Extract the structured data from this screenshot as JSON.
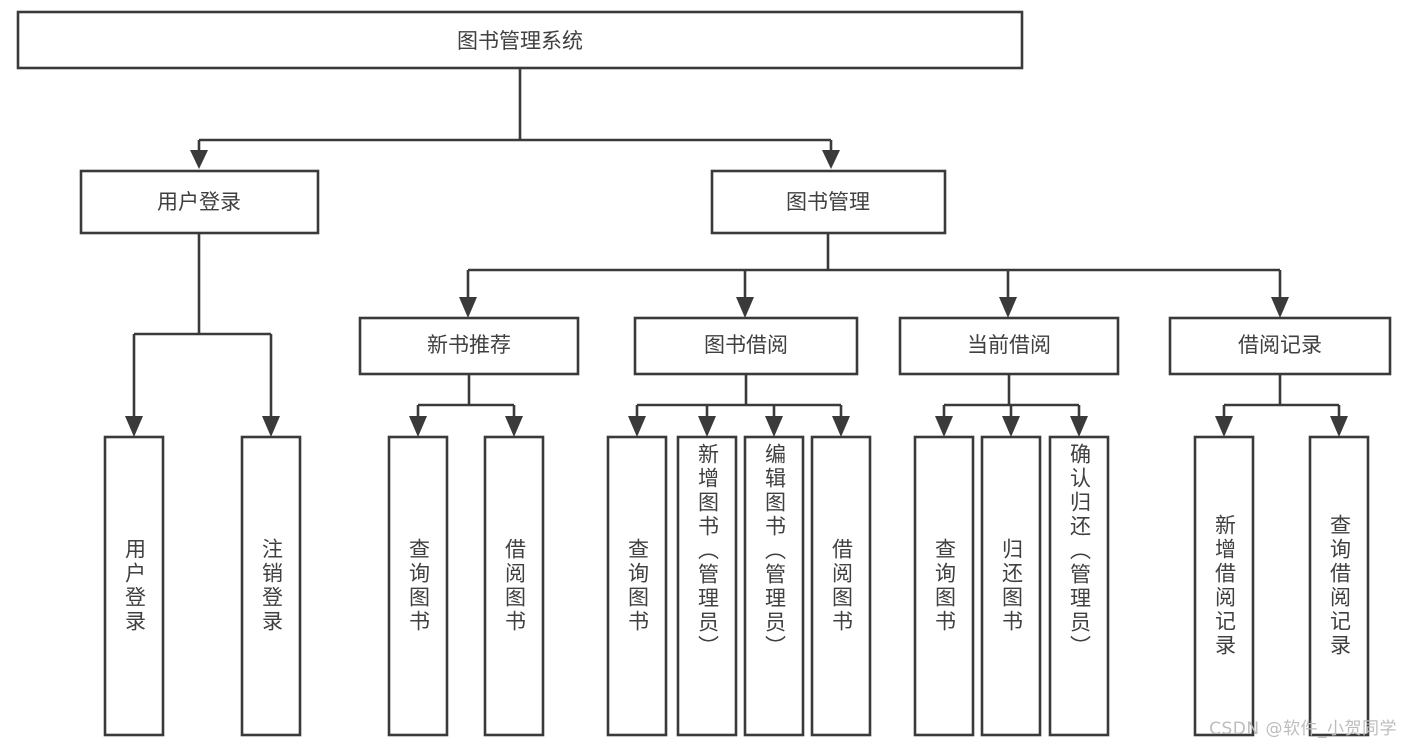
{
  "diagram": {
    "type": "tree-hierarchy",
    "root": {
      "id": "root",
      "label": "图书管理系统"
    },
    "level2": [
      {
        "id": "user-login",
        "label": "用户登录"
      },
      {
        "id": "book-manage",
        "label": "图书管理"
      }
    ],
    "level3": [
      {
        "id": "new-book-rec",
        "label": "新书推荐",
        "parent": "book-manage"
      },
      {
        "id": "book-borrow",
        "label": "图书借阅",
        "parent": "book-manage"
      },
      {
        "id": "current-borrow",
        "label": "当前借阅",
        "parent": "book-manage"
      },
      {
        "id": "borrow-record",
        "label": "借阅记录",
        "parent": "book-manage"
      }
    ],
    "leaves": [
      {
        "id": "leaf-user-login",
        "label": "用户登录",
        "parent": "user-login"
      },
      {
        "id": "leaf-user-logout",
        "label": "注销登录",
        "parent": "user-login"
      },
      {
        "id": "leaf-query-book-1",
        "label": "查询图书",
        "parent": "new-book-rec"
      },
      {
        "id": "leaf-borrow-book-1",
        "label": "借阅图书",
        "parent": "new-book-rec"
      },
      {
        "id": "leaf-query-book-2",
        "label": "查询图书",
        "parent": "book-borrow"
      },
      {
        "id": "leaf-add-book",
        "label": "新增图书（管理员）",
        "parent": "book-borrow"
      },
      {
        "id": "leaf-edit-book",
        "label": "编辑图书（管理员）",
        "parent": "book-borrow"
      },
      {
        "id": "leaf-borrow-book-2",
        "label": "借阅图书",
        "parent": "book-borrow"
      },
      {
        "id": "leaf-query-book-3",
        "label": "查询图书",
        "parent": "current-borrow"
      },
      {
        "id": "leaf-return-book",
        "label": "归还图书",
        "parent": "current-borrow"
      },
      {
        "id": "leaf-confirm-return",
        "label": "确认归还（管理员）",
        "parent": "current-borrow"
      },
      {
        "id": "leaf-add-record",
        "label": "新增借阅记录",
        "parent": "borrow-record"
      },
      {
        "id": "leaf-query-record",
        "label": "查询借阅记录",
        "parent": "borrow-record"
      }
    ]
  },
  "watermark": {
    "text": "CSDN @软件_小贺同学"
  },
  "colors": {
    "stroke": "#3a3a3a",
    "box_fill": "#ffffff",
    "text": "#404040",
    "background": "#ffffff",
    "watermark": "#bdbdbd"
  }
}
